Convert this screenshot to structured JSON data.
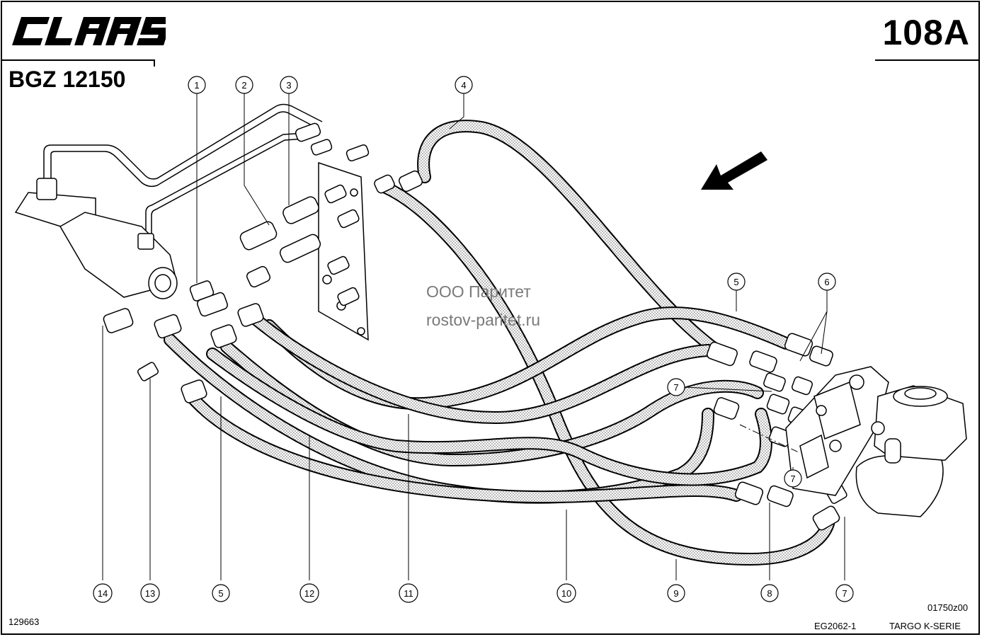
{
  "header": {
    "brand": "CLAAS",
    "page_number": "108A",
    "group_number": "BGZ 12150"
  },
  "footer": {
    "doc_number": "129663",
    "figure_code": "01750z00",
    "drawing_ref": "EG2062-1",
    "series": "TARGO K-SERIE"
  },
  "watermark": {
    "line1": "ООО Паритет",
    "line2": "rostov-paritet.ru"
  },
  "callouts": [
    "1",
    "2",
    "3",
    "4",
    "5",
    "6",
    "7",
    "14",
    "13",
    "5",
    "12",
    "11",
    "10",
    "9",
    "8",
    "7",
    "7"
  ],
  "colors": {
    "ink": "#000000",
    "hose_fill": "#b8b8b8",
    "paper": "#ffffff",
    "watermark": "#7a7a7a"
  }
}
